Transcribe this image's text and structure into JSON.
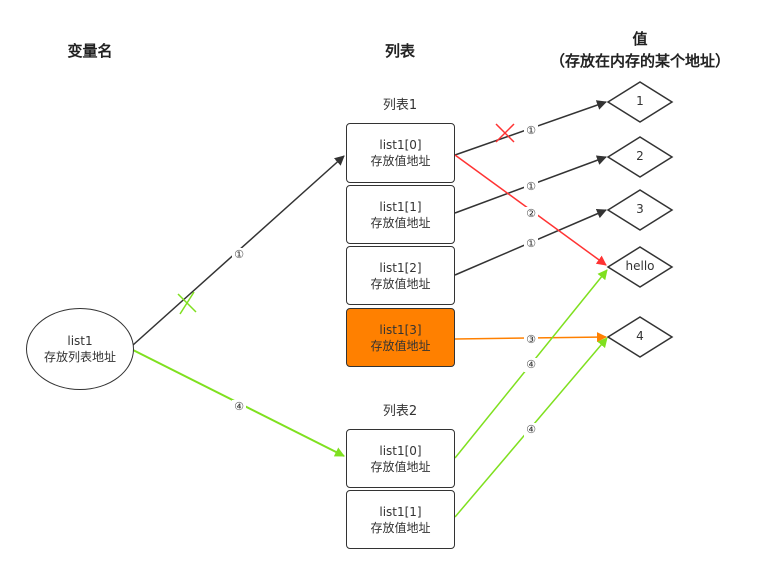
{
  "headers": {
    "var_name": "变量名",
    "list": "列表",
    "value": "值",
    "value_sub": "（存放在内存的某个地址）"
  },
  "variable": {
    "name": "list1",
    "desc": "存放列表地址"
  },
  "list1": {
    "title": "列表1",
    "items": [
      {
        "name": "list1[0]",
        "desc": "存放值地址"
      },
      {
        "name": "list1[1]",
        "desc": "存放值地址"
      },
      {
        "name": "list1[2]",
        "desc": "存放值地址"
      },
      {
        "name": "list1[3]",
        "desc": "存放值地址"
      }
    ]
  },
  "list2": {
    "title": "列表2",
    "items": [
      {
        "name": "list1[0]",
        "desc": "存放值地址"
      },
      {
        "name": "list1[1]",
        "desc": "存放值地址"
      }
    ]
  },
  "values": [
    "1",
    "2",
    "3",
    "hello",
    "4"
  ],
  "steps": [
    "①",
    "②",
    "③",
    "④"
  ],
  "colors": {
    "dark": "#333333",
    "red": "#ff3333",
    "orange": "#ff8000",
    "green": "#7fe01f",
    "highlight_fill": "#ff8000"
  }
}
